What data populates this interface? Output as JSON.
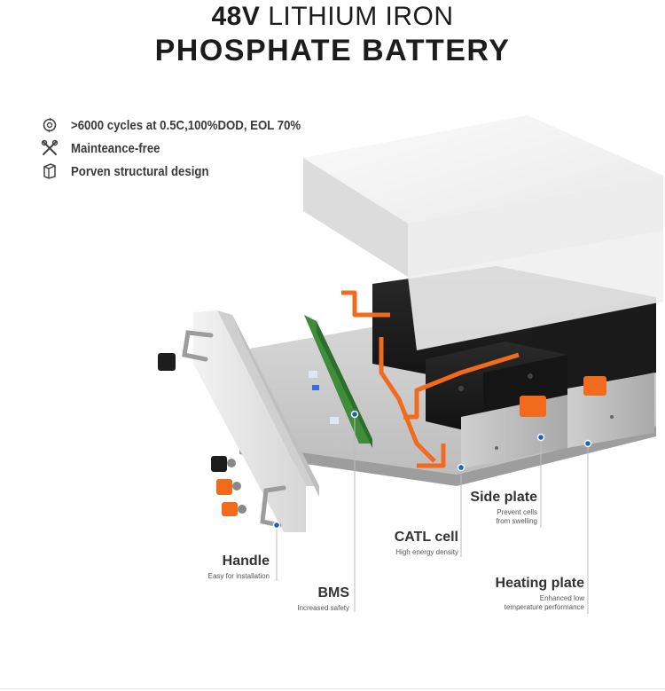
{
  "title": {
    "line1_bold": "48V",
    "line1_rest": "LITHIUM IRON",
    "line2": "PHOSPHATE BATTERY"
  },
  "features": [
    {
      "icon": "cycle-icon",
      "text": ">6000 cycles at 0.5C,100%DOD, EOL 70%"
    },
    {
      "icon": "tools-icon",
      "text": "Mainteance-free"
    },
    {
      "icon": "structure-icon",
      "text": "Porven structural design"
    }
  ],
  "callouts": {
    "side_plate": {
      "name": "Side plate",
      "desc1": "Prevent cells",
      "desc2": "from swelling"
    },
    "catl_cell": {
      "name": "CATL cell",
      "desc1": "High energy density"
    },
    "handle": {
      "name": "Handle",
      "desc1": "Easy for installation"
    },
    "bms": {
      "name": "BMS",
      "desc1": "Increased safety"
    },
    "heating_plate": {
      "name": "Heating plate",
      "desc1": "Enhanced low",
      "desc2": "temperature performance"
    }
  },
  "colors": {
    "accent_orange": "#f26a1b",
    "callout_dot": "#1565c0",
    "cell_black": "#1e1e1e",
    "pcb_green": "#3f8c3a"
  }
}
